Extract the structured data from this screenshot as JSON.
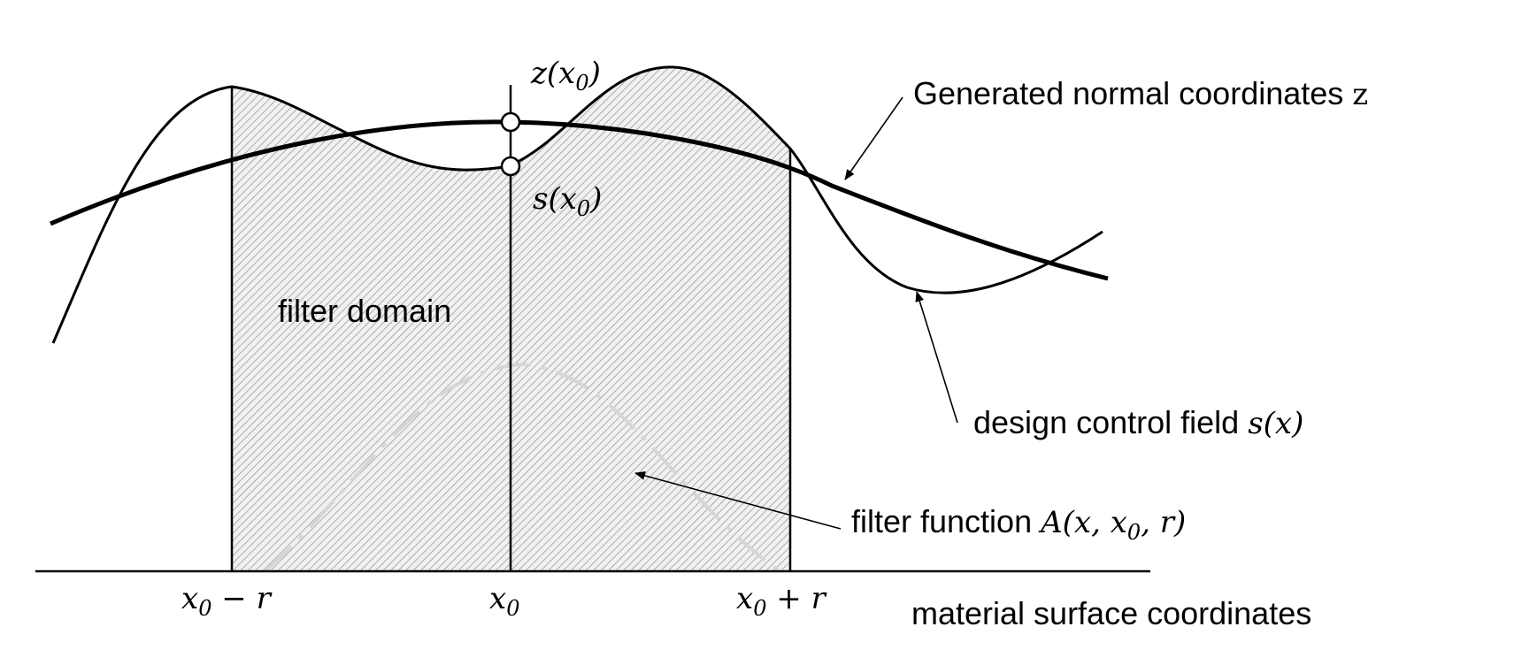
{
  "labels": {
    "z_x0": {
      "main": "z(x",
      "sub": "0",
      "close": ")"
    },
    "s_x0": {
      "main": "s(x",
      "sub": "0",
      "close": ")"
    },
    "generated": {
      "text": "Generated normal coordinates ",
      "sym": "z"
    },
    "filter_domain": "filter domain",
    "design_field": {
      "text": "design control field ",
      "sym": "s(x)"
    },
    "filter_function": {
      "text": "filter function ",
      "sym_a": "A(x, x",
      "sub": "0",
      "sym_b": ", r)"
    },
    "tick_left": {
      "main": "x",
      "sub": "0",
      "rest": " − r"
    },
    "tick_center": {
      "main": "x",
      "sub": "0"
    },
    "tick_right": {
      "main": "x",
      "sub": "0",
      "rest": " + r"
    },
    "axis_label": "material surface coordinates"
  },
  "colors": {
    "ink": "#000000",
    "hatch": "#9a9a9a",
    "filter_curve": "#d6d6d6"
  }
}
